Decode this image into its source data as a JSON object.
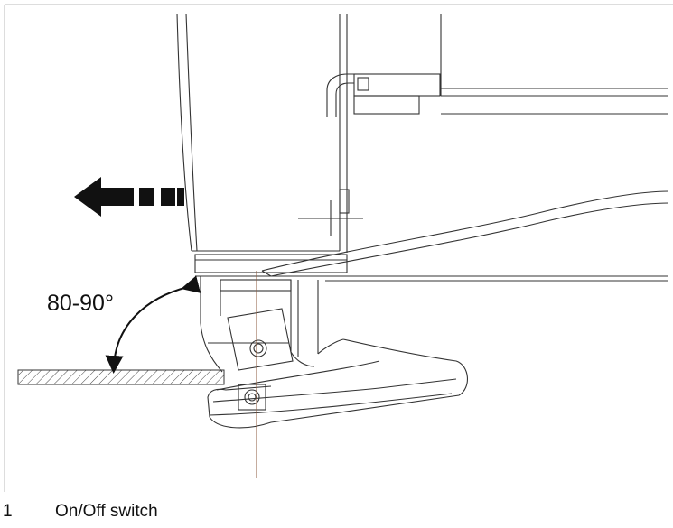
{
  "diagram": {
    "angle_label": "80-90°"
  },
  "legend": {
    "item_number": "1",
    "item_label": "On/Off switch"
  }
}
